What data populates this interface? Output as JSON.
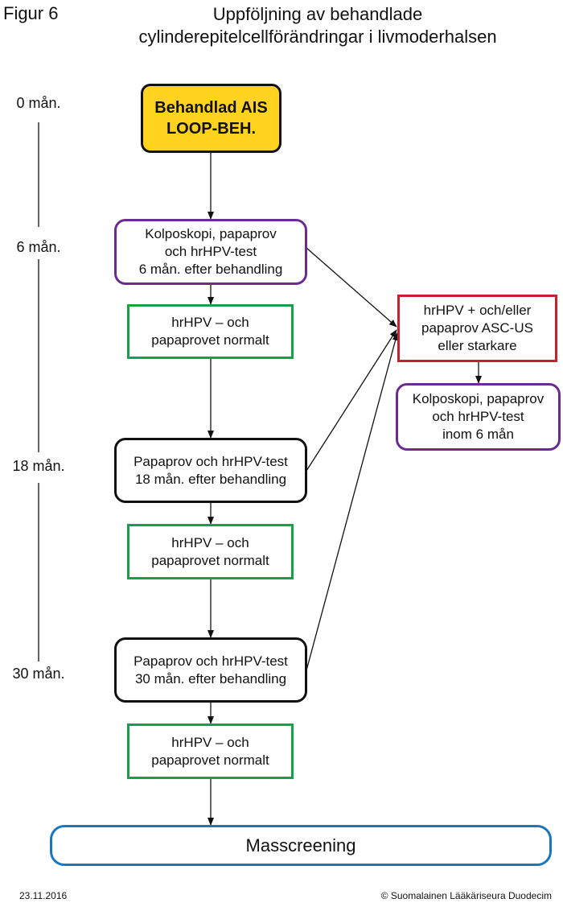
{
  "figure_label": "Figur 6",
  "title": {
    "line1": "Uppföljning av behandlade",
    "line2": "cylinderepitelcellförändringar i livmoderhalsen"
  },
  "timeline": [
    "0 mån.",
    "6 mån.",
    "18 mån.",
    "30 mån."
  ],
  "nodes": {
    "start": [
      "Behandlad AIS",
      "LOOP-BEH."
    ],
    "check6": [
      "Kolposkopi, papaprov",
      "och hrHPV-test",
      "6 mån. efter behandling"
    ],
    "normal1": [
      "hrHPV – och",
      "papaprovet normalt"
    ],
    "check18": [
      "Papaprov och hrHPV-test",
      "18 mån. efter behandling"
    ],
    "normal2": [
      "hrHPV – och",
      "papaprovet normalt"
    ],
    "check30": [
      "Papaprov och hrHPV-test",
      "30 mån. efter behandling"
    ],
    "normal3": [
      "hrHPV – och",
      "papaprovet normalt"
    ],
    "abnormal": [
      "hrHPV + och/eller",
      "papaprov ASC-US",
      "eller starkare"
    ],
    "recheck": [
      "Kolposkopi, papaprov",
      "och hrHPV-test",
      "inom 6 mån"
    ],
    "end": "Masscreening"
  },
  "colors": {
    "start_fill": "#ffd31f",
    "purple": "#6a2c91",
    "green": "#15a04a",
    "red": "#c8202e",
    "blue": "#1877c2"
  },
  "footer": {
    "date": "23.11.2016",
    "copyright": "© Suomalainen Lääkäriseura Duodecim"
  }
}
